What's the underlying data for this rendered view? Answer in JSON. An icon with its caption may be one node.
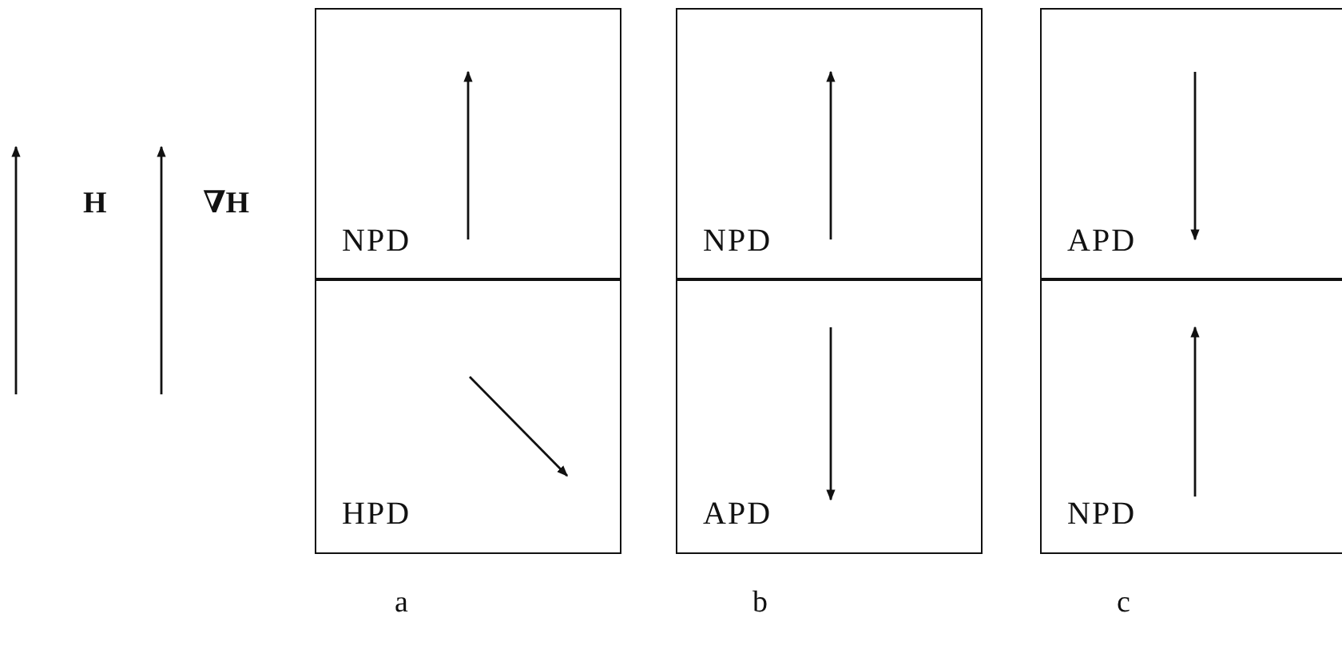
{
  "diagram": {
    "nodes": [
      {
        "text": [
          "NPD"
        ]
      },
      {
        "text": [
          "HPD"
        ]
      },
      {
        "text": [
          "NPD"
        ]
      },
      {
        "text": [
          "APD"
        ]
      },
      {
        "text": [
          "APD"
        ]
      },
      {
        "text": [
          "NPD"
        ]
      }
    ],
    "labels": [
      "H",
      "∇H",
      "a",
      "b",
      "c"
    ]
  }
}
